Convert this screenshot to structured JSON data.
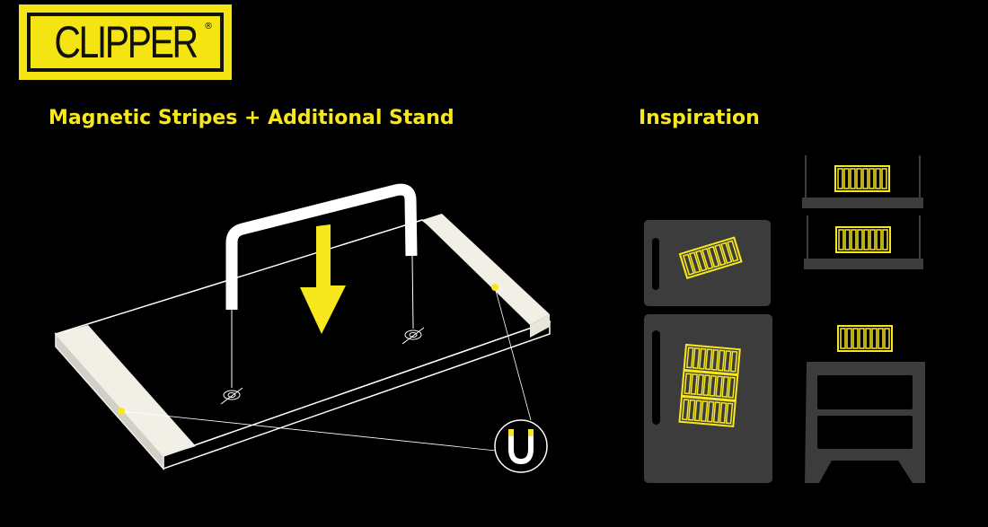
{
  "logo": {
    "text": "CLIPPER",
    "registered": "®"
  },
  "left_title": "Magnetic Stripes + Additional Stand",
  "right_title": "Inspiration",
  "colors": {
    "accent": "#f7e81d",
    "furniture": "#3c3c3c",
    "line": "#ffffff",
    "background": "#000000"
  }
}
